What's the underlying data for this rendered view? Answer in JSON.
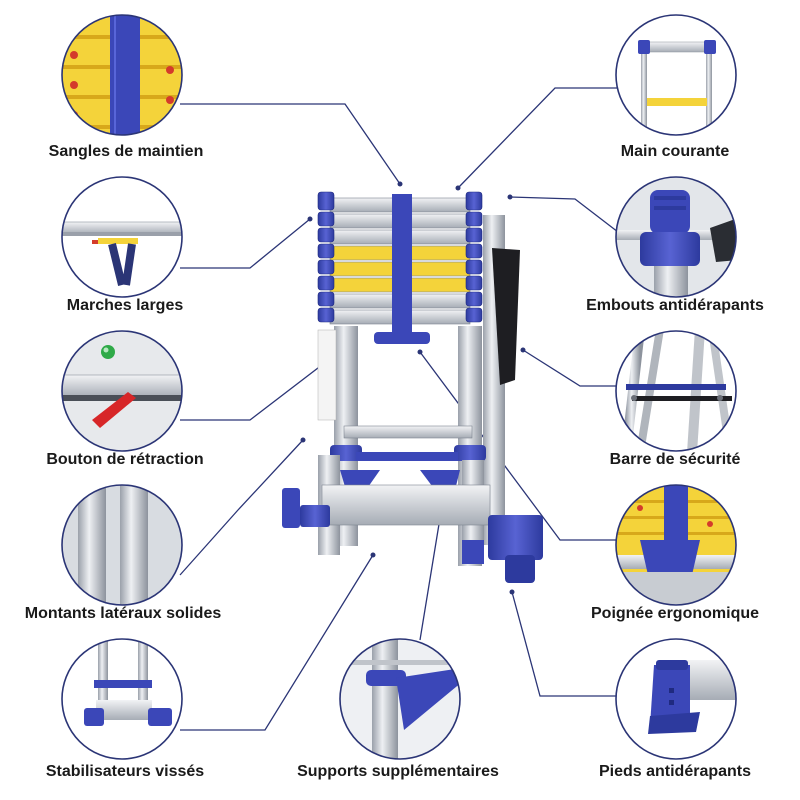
{
  "features": [
    {
      "id": "sangles",
      "label": "Sangles de maintien",
      "icon": "strap-detail-icon"
    },
    {
      "id": "marches",
      "label": "Marches larges",
      "icon": "wide-step-detail-icon"
    },
    {
      "id": "bouton",
      "label": "Bouton de rétraction",
      "icon": "retraction-button-detail-icon"
    },
    {
      "id": "montants",
      "label": "Montants latéraux solides",
      "icon": "side-rail-detail-icon"
    },
    {
      "id": "stabilisateurs",
      "label": "Stabilisateurs vissés",
      "icon": "stabilizer-detail-icon"
    },
    {
      "id": "supports",
      "label": "Supports supplémentaires",
      "icon": "support-detail-icon"
    },
    {
      "id": "pieds",
      "label": "Pieds antidérapants",
      "icon": "non-slip-foot-detail-icon"
    },
    {
      "id": "poignee",
      "label": "Poignée ergonomique",
      "icon": "handle-detail-icon"
    },
    {
      "id": "barre",
      "label": "Barre de sécurité",
      "icon": "safety-bar-detail-icon"
    },
    {
      "id": "embouts",
      "label": "Embouts antidérapants",
      "icon": "non-slip-cap-detail-icon"
    },
    {
      "id": "main",
      "label": "Main courante",
      "icon": "handrail-detail-icon"
    }
  ],
  "colors": {
    "accent_blue": "#3b47b8",
    "circle_border": "#2b3576",
    "leader_line": "#2b3576",
    "aluminium": "#c8ccd2",
    "warning_yellow": "#f4d33a"
  }
}
